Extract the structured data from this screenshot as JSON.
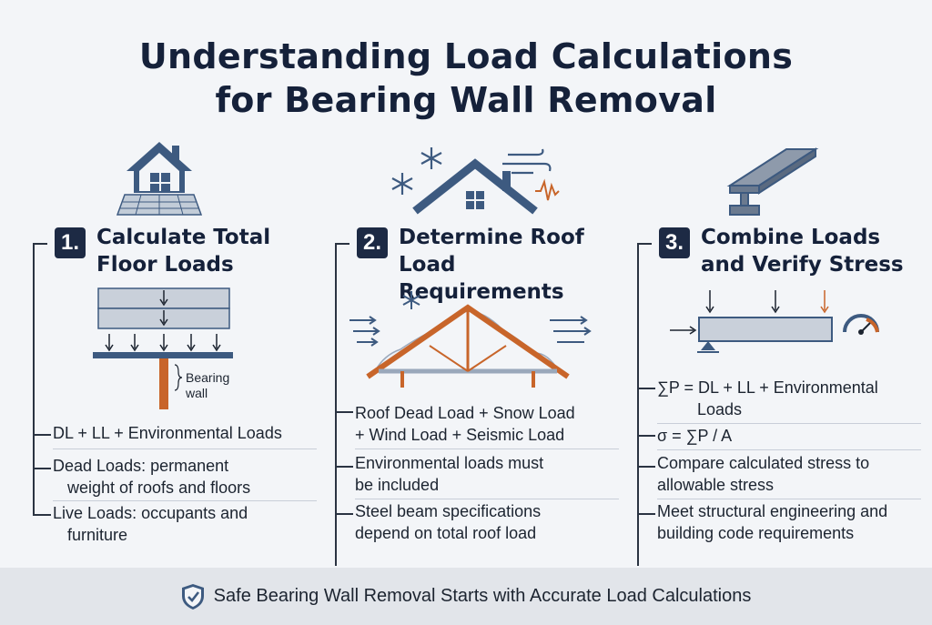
{
  "title": {
    "line1": "Understanding Load Calculations",
    "line2": "for Bearing Wall Removal"
  },
  "sections": [
    {
      "number": "1.",
      "heading_line1": "Calculate Total",
      "heading_line2": "Floor Loads",
      "diagram_label_line1": "Bearing",
      "diagram_label_line2": "wall",
      "items": [
        {
          "line1": "DL + LL + Environmental Loads",
          "line2": ""
        },
        {
          "line1": "Dead Loads: permanent",
          "line2": "weight of roofs and floors"
        },
        {
          "line1": "Live Loads: occupants and",
          "line2": "furniture"
        }
      ]
    },
    {
      "number": "2.",
      "heading_line1": "Determine Roof",
      "heading_line2": "Load Requirements",
      "items": [
        {
          "line1": "Roof Dead Load + Snow Load",
          "line2": "+ Wind Load + Seismic Load"
        },
        {
          "line1": "Environmental loads must",
          "line2": "be included"
        },
        {
          "line1": "Steel beam specifications",
          "line2": "depend on total roof load"
        }
      ]
    },
    {
      "number": "3.",
      "heading_line1": "Combine Loads",
      "heading_line2": "and Verify Stress",
      "items": [
        {
          "line1": "∑P = DL + LL + Environmental",
          "line2": "Loads"
        },
        {
          "line1": "σ = ∑P / A",
          "line2": ""
        },
        {
          "line1": "Compare calculated stress to",
          "line2": "allowable stress"
        },
        {
          "line1": "Meet structural engineering and",
          "line2": "building code requirements"
        }
      ]
    }
  ],
  "footer": {
    "text": "Safe Bearing Wall Removal Starts with Accurate Load Calculations",
    "icon": "shield-check-icon"
  },
  "colors": {
    "navy": "#1d2a44",
    "steel_blue": "#3d5a80",
    "orange": "#c8652a",
    "footer_bg": "#e2e5ea"
  }
}
